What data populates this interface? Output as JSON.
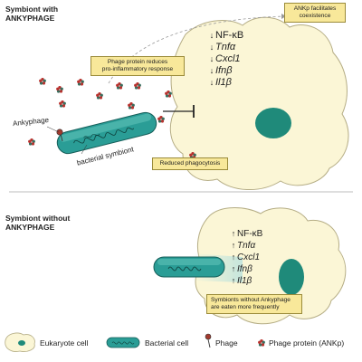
{
  "top_panel": {
    "title": "Symbiont with\nANKYPHAGE",
    "note_coexistence": "ANKp facilitates\ncoexistence",
    "note_phage_protein": "Phage protein reduces\npro-inflammatory response",
    "note_phagocytosis": "Reduced phagocytosis",
    "label_ankyphage": "Ankyphage",
    "label_bacterial_symbiont": "bacterial symbiont",
    "cytokines": [
      {
        "arrow": "↓",
        "name": "NF-κB",
        "italic": false
      },
      {
        "arrow": "↓",
        "name": "Tnfα",
        "italic": true
      },
      {
        "arrow": "↓",
        "name": "Cxcl1",
        "italic": true
      },
      {
        "arrow": "↓",
        "name": "Ifnβ",
        "italic": true
      },
      {
        "arrow": "↓",
        "name": "Il1β",
        "italic": true
      }
    ]
  },
  "bottom_panel": {
    "title": "Symbiont without\nANKYPHAGE",
    "note_eaten": "Symbionts without Ankyphage\nare eaten more frequently",
    "cytokines": [
      {
        "arrow": "↑",
        "name": "NF-κB",
        "italic": false
      },
      {
        "arrow": "↑",
        "name": "Tnfα",
        "italic": true
      },
      {
        "arrow": "↑",
        "name": "Cxcl1",
        "italic": true
      },
      {
        "arrow": "↑",
        "name": "Ifnβ",
        "italic": true
      },
      {
        "arrow": "↑",
        "name": "Il1β",
        "italic": true
      }
    ]
  },
  "legend": {
    "eukaryote_cell": "Eukaryote cell",
    "bacterial_cell": "Bacterial cell",
    "phage": "Phage",
    "phage_protein": "Phage protein (ANKp)"
  },
  "colors": {
    "cell_fill": "#fbf6d6",
    "cell_stroke": "#b5ad85",
    "nucleus": "#1f8a7a",
    "bacterium": "#2a9d96",
    "note_bg": "#f8e89a",
    "protein_red": "#b8322e",
    "protein_green": "#3a6e5e"
  }
}
